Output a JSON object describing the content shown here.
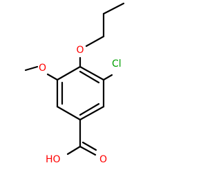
{
  "molecule": {
    "atom_labels": {
      "cl": "Cl",
      "o_propoxy": "O",
      "o_methoxy": "O",
      "carbonyl_o": "O",
      "hydroxyl": "HO"
    },
    "colors": {
      "bond": "#000000",
      "oxygen": "#ff0000",
      "chlorine": "#00a000",
      "background": "#ffffff"
    }
  }
}
